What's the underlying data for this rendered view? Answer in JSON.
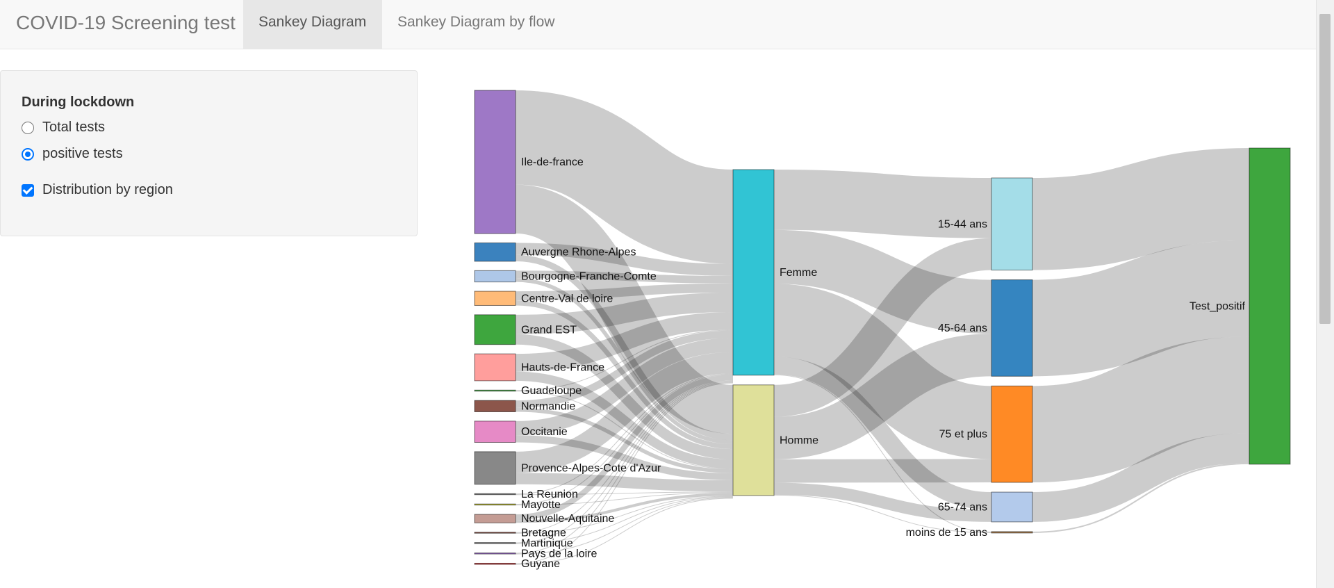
{
  "navbar": {
    "brand": "COVID-19 Screening test",
    "tabs": [
      {
        "label": "Sankey Diagram",
        "active": true
      },
      {
        "label": "Sankey Diagram by flow",
        "active": false
      }
    ]
  },
  "sidebar": {
    "title": "During lockdown",
    "radio_options": [
      {
        "label": "Total tests",
        "selected": false
      },
      {
        "label": "positive tests",
        "selected": true
      }
    ],
    "checkbox": {
      "label": "Distribution by region",
      "checked": true
    }
  },
  "chart_data": {
    "type": "sankey",
    "columns": [
      {
        "nodes": [
          {
            "id": "Ile-de-france",
            "label": "Ile-de-france",
            "value": 20.2,
            "color": "#9e78c6"
          },
          {
            "id": "ARA",
            "label": "Auvergne Rhone-Alpes",
            "value": 2.6,
            "color": "#3b82be"
          },
          {
            "id": "BFC",
            "label": "Bourgogne-Franche-Comte",
            "value": 1.6,
            "color": "#aec7e8"
          },
          {
            "id": "CVL",
            "label": "Centre-Val de loire",
            "value": 2.0,
            "color": "#ffbb78"
          },
          {
            "id": "GEST",
            "label": "Grand EST",
            "value": 4.2,
            "color": "#3ea63e"
          },
          {
            "id": "HDF",
            "label": "Hauts-de-France",
            "value": 3.8,
            "color": "#ff9e9c"
          },
          {
            "id": "GUA",
            "label": "Guadeloupe",
            "value": 0.15,
            "color": "#3ea63e"
          },
          {
            "id": "NOR",
            "label": "Normandie",
            "value": 1.6,
            "color": "#8c564b"
          },
          {
            "id": "OCC",
            "label": "Occitanie",
            "value": 3.0,
            "color": "#e68ac6"
          },
          {
            "id": "PACA",
            "label": "Provence-Alpes-Cote d'Azur",
            "value": 4.6,
            "color": "#888888"
          },
          {
            "id": "REU",
            "label": "La Reunion",
            "value": 0.15,
            "color": "#7f7f7f"
          },
          {
            "id": "MAY",
            "label": "Mayotte",
            "value": 0.15,
            "color": "#bcbd22"
          },
          {
            "id": "NAQ",
            "label": "Nouvelle-Aquitaine",
            "value": 1.2,
            "color": "#c49c94"
          },
          {
            "id": "BRE",
            "label": "Bretagne",
            "value": 0.15,
            "color": "#8c564b"
          },
          {
            "id": "MAR",
            "label": "Martinique",
            "value": 0.15,
            "color": "#7f7f7f"
          },
          {
            "id": "PDL",
            "label": "Pays de la loire",
            "value": 0.15,
            "color": "#9467bd"
          },
          {
            "id": "GUY",
            "label": "Guyane",
            "value": 0.15,
            "color": "#d62728"
          }
        ]
      },
      {
        "nodes": [
          {
            "id": "Femme",
            "label": "Femme",
            "value": 29,
            "color": "#31c4d4"
          },
          {
            "id": "Homme",
            "label": "Homme",
            "value": 15.6,
            "color": "#dfe09a"
          }
        ]
      },
      {
        "nodes": [
          {
            "id": "a1544",
            "label": "15-44 ans",
            "value": 13,
            "color": "#a4dde8"
          },
          {
            "id": "a4564",
            "label": "45-64 ans",
            "value": 13.6,
            "color": "#3585c0"
          },
          {
            "id": "a75",
            "label": "75 et plus",
            "value": 13.6,
            "color": "#ff8a25"
          },
          {
            "id": "a6574",
            "label": "65-74 ans",
            "value": 4.2,
            "color": "#b3caeb"
          },
          {
            "id": "a15",
            "label": "moins de 15 ans",
            "value": 0.2,
            "color": "#a67b4f"
          }
        ]
      },
      {
        "nodes": [
          {
            "id": "Test_positif",
            "label": "Test_positif",
            "value": 44.6,
            "color": "#3ea63e"
          }
        ]
      }
    ],
    "links": [
      {
        "source": "Ile-de-france",
        "target": "Femme",
        "value": 13.3
      },
      {
        "source": "Ile-de-france",
        "target": "Homme",
        "value": 6.9
      },
      {
        "source": "ARA",
        "target": "Femme",
        "value": 1.7
      },
      {
        "source": "ARA",
        "target": "Homme",
        "value": 0.9
      },
      {
        "source": "BFC",
        "target": "Femme",
        "value": 1.05
      },
      {
        "source": "BFC",
        "target": "Homme",
        "value": 0.55
      },
      {
        "source": "CVL",
        "target": "Femme",
        "value": 1.3
      },
      {
        "source": "CVL",
        "target": "Homme",
        "value": 0.7
      },
      {
        "source": "GEST",
        "target": "Femme",
        "value": 2.75
      },
      {
        "source": "GEST",
        "target": "Homme",
        "value": 1.45
      },
      {
        "source": "HDF",
        "target": "Femme",
        "value": 2.5
      },
      {
        "source": "HDF",
        "target": "Homme",
        "value": 1.3
      },
      {
        "source": "GUA",
        "target": "Femme",
        "value": 0.1
      },
      {
        "source": "GUA",
        "target": "Homme",
        "value": 0.05
      },
      {
        "source": "NOR",
        "target": "Femme",
        "value": 1.05
      },
      {
        "source": "NOR",
        "target": "Homme",
        "value": 0.55
      },
      {
        "source": "OCC",
        "target": "Femme",
        "value": 2.0
      },
      {
        "source": "OCC",
        "target": "Homme",
        "value": 1.0
      },
      {
        "source": "PACA",
        "target": "Femme",
        "value": 3.0
      },
      {
        "source": "PACA",
        "target": "Homme",
        "value": 1.6
      },
      {
        "source": "REU",
        "target": "Femme",
        "value": 0.1
      },
      {
        "source": "REU",
        "target": "Homme",
        "value": 0.05
      },
      {
        "source": "MAY",
        "target": "Femme",
        "value": 0.1
      },
      {
        "source": "MAY",
        "target": "Homme",
        "value": 0.05
      },
      {
        "source": "NAQ",
        "target": "Femme",
        "value": 0.8
      },
      {
        "source": "NAQ",
        "target": "Homme",
        "value": 0.4
      },
      {
        "source": "BRE",
        "target": "Femme",
        "value": 0.1
      },
      {
        "source": "BRE",
        "target": "Homme",
        "value": 0.05
      },
      {
        "source": "MAR",
        "target": "Femme",
        "value": 0.1
      },
      {
        "source": "MAR",
        "target": "Homme",
        "value": 0.05
      },
      {
        "source": "PDL",
        "target": "Femme",
        "value": 0.1
      },
      {
        "source": "PDL",
        "target": "Homme",
        "value": 0.05
      },
      {
        "source": "GUY",
        "target": "Femme",
        "value": 0.1
      },
      {
        "source": "GUY",
        "target": "Homme",
        "value": 0.05
      },
      {
        "source": "Femme",
        "target": "a1544",
        "value": 8.5
      },
      {
        "source": "Femme",
        "target": "a4564",
        "value": 7.6
      },
      {
        "source": "Femme",
        "target": "a75",
        "value": 10.3
      },
      {
        "source": "Femme",
        "target": "a6574",
        "value": 2.5
      },
      {
        "source": "Femme",
        "target": "a15",
        "value": 0.1
      },
      {
        "source": "Homme",
        "target": "a1544",
        "value": 4.5
      },
      {
        "source": "Homme",
        "target": "a4564",
        "value": 6.0
      },
      {
        "source": "Homme",
        "target": "a75",
        "value": 3.3
      },
      {
        "source": "Homme",
        "target": "a6574",
        "value": 1.7
      },
      {
        "source": "Homme",
        "target": "a15",
        "value": 0.1
      },
      {
        "source": "a1544",
        "target": "Test_positif",
        "value": 13
      },
      {
        "source": "a4564",
        "target": "Test_positif",
        "value": 13.6
      },
      {
        "source": "a75",
        "target": "Test_positif",
        "value": 13.6
      },
      {
        "source": "a6574",
        "target": "Test_positif",
        "value": 4.2
      },
      {
        "source": "a15",
        "target": "Test_positif",
        "value": 0.2
      }
    ]
  }
}
